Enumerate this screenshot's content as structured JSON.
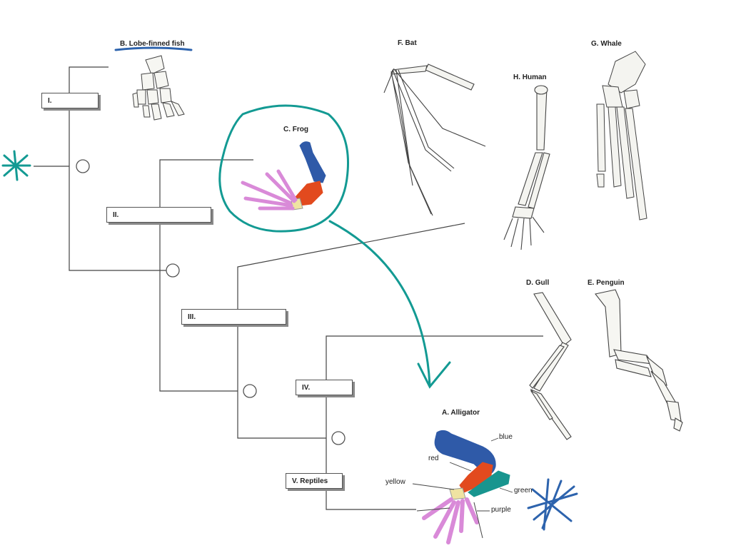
{
  "species": {
    "lobe_finned_fish": "B. Lobe-finned fish",
    "bat": "F. Bat",
    "whale": "G. Whale",
    "human": "H. Human",
    "frog": "C. Frog",
    "gull": "D. Gull",
    "penguin": "E. Penguin",
    "alligator": "A. Alligator"
  },
  "clade_boxes": {
    "i": "I.",
    "ii": "II.",
    "iii": "III.",
    "iv": "IV.",
    "v": "V. Reptiles"
  },
  "bone_color_labels": {
    "blue": "blue",
    "red": "red",
    "yellow": "yellow",
    "green": "green",
    "purple": "purple"
  },
  "colors": {
    "annotation_teal": "#139a93",
    "annotation_blue": "#2d63ad",
    "bone_blue": "#2f5aa8",
    "bone_red": "#e24a1e",
    "bone_green": "#18958f",
    "bone_purple": "#d98ad8",
    "bone_yellow": "#efe3a2"
  }
}
